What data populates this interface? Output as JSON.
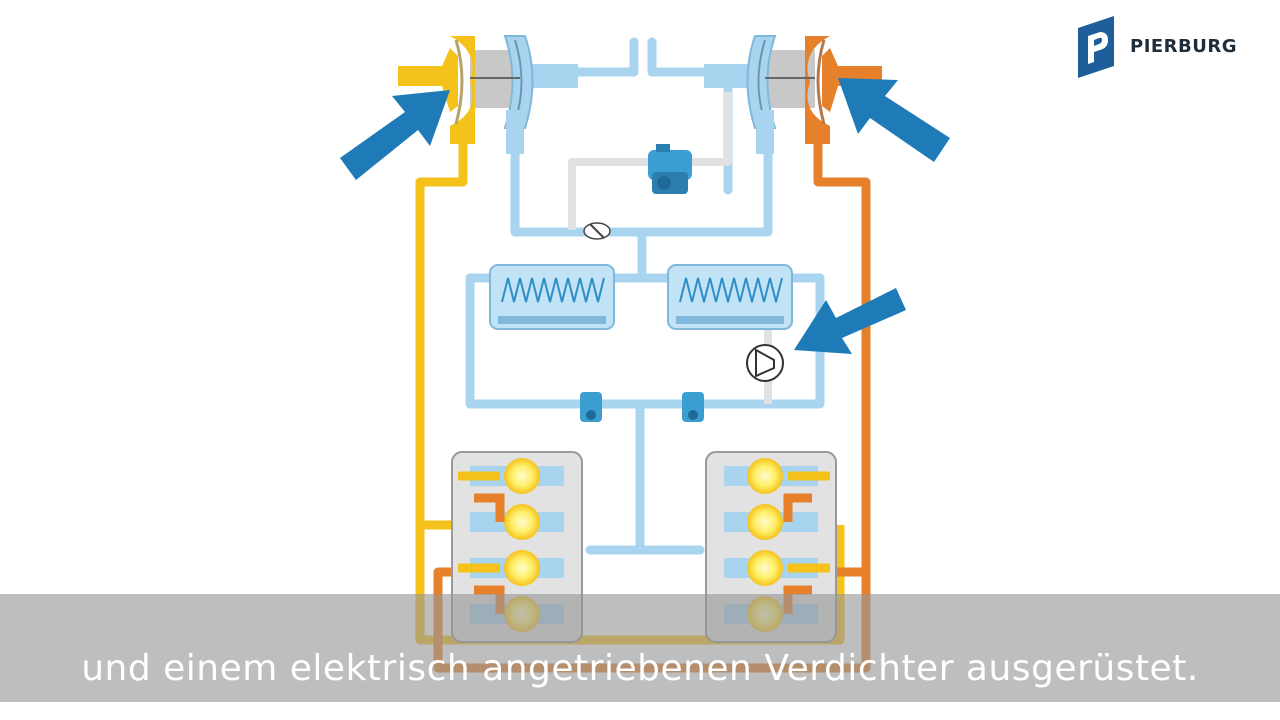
{
  "brand": {
    "name": "PIERBURG",
    "logo_icon": "pierburg-p-logo-icon",
    "colors": {
      "logo": "#1e5e9a",
      "text": "#1f2d3a"
    }
  },
  "subtitle": {
    "text": "und einem elektrisch angetriebenen Verdichter ausgerüstet."
  },
  "diagram": {
    "type": "twin-turbo engine air and exhaust system",
    "icons": [
      "air-inflow-arrow-icon",
      "turbocharger-icon",
      "intercooler-icon",
      "electric-compressor-icon",
      "throttle-valve-icon",
      "actuator-valve-icon",
      "engine-cylinder-bank-icon"
    ],
    "colors": {
      "intake_air": "#a8d4ef",
      "bypass_air": "#dfe1e3",
      "exhaust_bank_left": "#f5c21b",
      "exhaust_bank_right": "#e6802b",
      "arrows": "#1f7ab8",
      "cylinder_glow": "#fff06a",
      "turbo_housing": "#c8c8c8"
    }
  }
}
